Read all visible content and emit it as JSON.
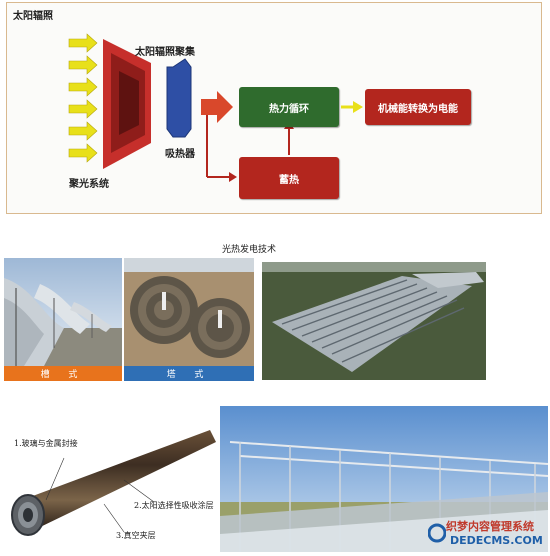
{
  "diagram": {
    "title": "太阳辐照",
    "concentrator_title": "太阳辐照聚集",
    "concentrator_label": "聚光系统",
    "receiver_label": "吸热器",
    "thermal_cycle": "热力循环",
    "storage": "蓄热",
    "output": "机械能转换为电能",
    "colors": {
      "thermal_cycle": "#2f6b2d",
      "storage": "#b3261e",
      "output": "#b3261e",
      "sun_arrows": "#e8e01a",
      "concentrator": "#c62f2b",
      "receiver": "#2e4fa5",
      "flow_arrow": "#d9482b"
    }
  },
  "tech": {
    "title": "光热发电技术",
    "trough_label": "槽 式",
    "tower_label": "塔 式",
    "colors": {
      "trough_bar": "#e8731c",
      "tower_bar": "#2f6fb5"
    }
  },
  "tube": {
    "annotations": [
      "1.玻璃与金属封接",
      "2.太阳选择性吸收涂层",
      "3.真空夹层"
    ]
  },
  "watermark": {
    "line1": "织梦内容管理系统",
    "line2": "DEDECMS.COM"
  }
}
